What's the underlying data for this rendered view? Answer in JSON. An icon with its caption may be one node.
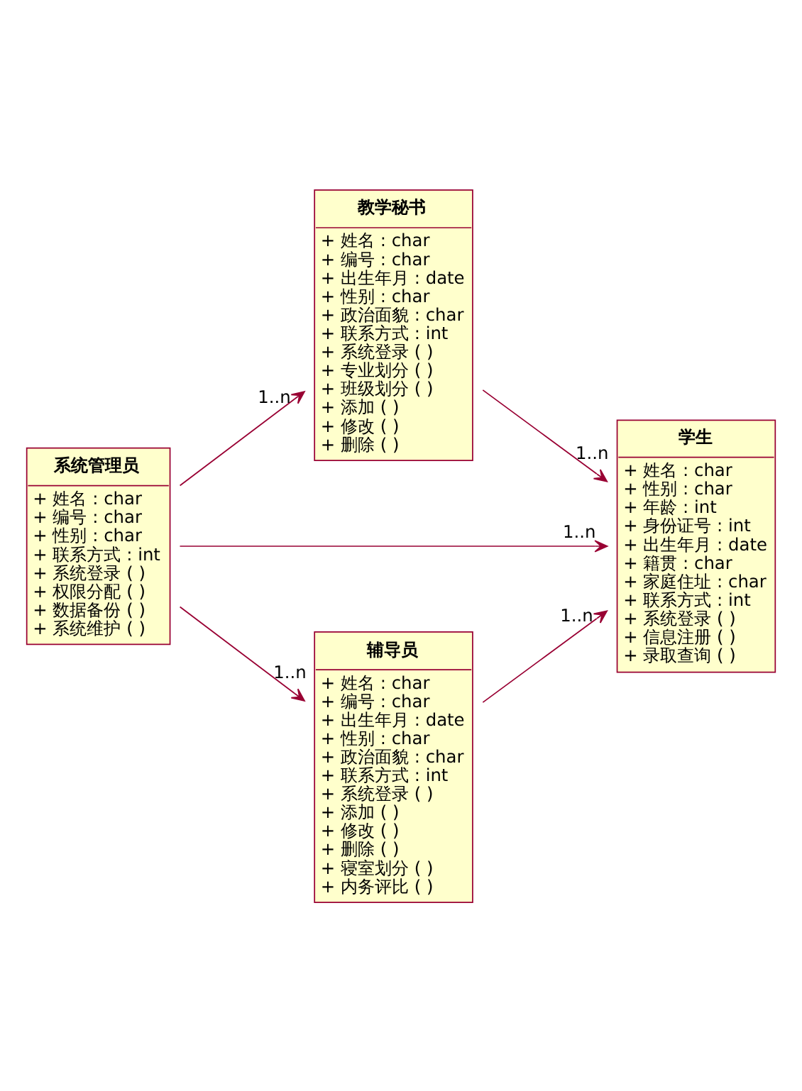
{
  "diagram": {
    "nodes": [
      {
        "text": [
          "教学秘书",
          "+ 姓名 : char",
          "+ 编号 : char",
          "+ 出生年月 : date",
          "+ 性别 : char",
          "+ 政治面貌 : char",
          "+ 联系方式 : int",
          "+ 系统登录 ( )",
          "+ 专业划分 ( )",
          "+ 班级划分 ( )",
          "+ 添加 ( )",
          "+ 修改 ( )",
          "+ 删除 ( )"
        ]
      },
      {
        "text": [
          "学生",
          "+ 姓名 : char",
          "+ 性别 : char",
          "+ 年龄 : int",
          "+ 身份证号 : int",
          "+ 出生年月 : date",
          "+ 籍贯 : char",
          "+ 家庭住址 : char",
          "+ 联系方式 : int",
          "+ 系统登录 ( )",
          "+ 信息注册 ( )",
          "+ 录取查询 ( )"
        ]
      },
      {
        "text": [
          "系统管理员",
          "+ 姓名 : char",
          "+ 编号 : char",
          "+ 性别 : char",
          "+ 联系方式 : int",
          "+ 系统登录 ( )",
          "+ 权限分配 ( )",
          "+ 数据备份 ( )",
          "+ 系统维护 ( )"
        ]
      },
      {
        "text": [
          "辅导员",
          "+ 姓名 : char",
          "+ 编号 : char",
          "+ 出生年月 : date",
          "+ 性别 : char",
          "+ 政治面貌 : char",
          "+ 联系方式 : int",
          "+ 系统登录 ( )",
          "+ 添加 ( )",
          "+ 修改 ( )",
          "+ 删除 ( )",
          "+ 寝室划分 ( )",
          "+ 内务评比 ( )"
        ]
      }
    ],
    "edges": [
      {
        "from": 2,
        "to": 0,
        "arrow": "to",
        "label": "1..n"
      },
      {
        "from": 0,
        "to": 1,
        "arrow": "to",
        "label": "1..n"
      },
      {
        "from": 2,
        "to": 1,
        "arrow": "to",
        "label": "1..n"
      },
      {
        "from": 3,
        "to": 1,
        "arrow": "to",
        "label": "1..n"
      },
      {
        "from": 2,
        "to": 3,
        "arrow": "to",
        "label": "1..n"
      }
    ]
  }
}
